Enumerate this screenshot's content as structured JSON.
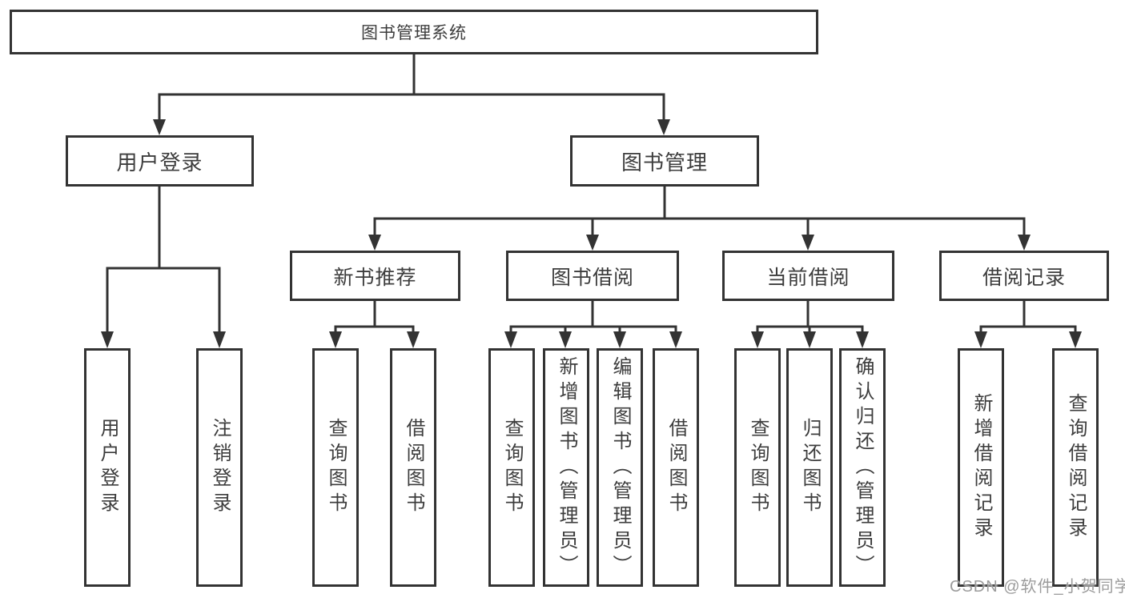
{
  "diagram": {
    "root": "图书管理系统",
    "level2": {
      "user_login": "用户登录",
      "book_mgmt": "图书管理"
    },
    "level3": {
      "new_book": "新书推荐",
      "book_borrow": "图书借阅",
      "current_borrow": "当前借阅",
      "borrow_record": "借阅记录"
    },
    "leaves": {
      "user_login_1": "用户登录",
      "user_login_2": "注销登录",
      "new_book_1": "查询图书",
      "new_book_2": "借阅图书",
      "book_borrow_1": "查询图书",
      "book_borrow_2": "新增图书（管理员）",
      "book_borrow_3": "编辑图书（管理员）",
      "book_borrow_4": "借阅图书",
      "current_1": "查询图书",
      "current_2": "归还图书",
      "current_3": "确认归还（管理员）",
      "record_1": "新增借阅记录",
      "record_2": "查询借阅记录"
    },
    "hierarchy": {
      "图书管理系统": {
        "用户登录": [
          "用户登录",
          "注销登录"
        ],
        "图书管理": {
          "新书推荐": [
            "查询图书",
            "借阅图书"
          ],
          "图书借阅": [
            "查询图书",
            "新增图书（管理员）",
            "编辑图书（管理员）",
            "借阅图书"
          ],
          "当前借阅": [
            "查询图书",
            "归还图书",
            "确认归还（管理员）"
          ],
          "借阅记录": [
            "新增借阅记录",
            "查询借阅记录"
          ]
        }
      }
    }
  },
  "watermark": "CSDN @软件_小贺同学",
  "colors": {
    "line": "#333333",
    "text": "#3d3d3d",
    "watermark": "#9c9c9c",
    "background": "#ffffff"
  }
}
